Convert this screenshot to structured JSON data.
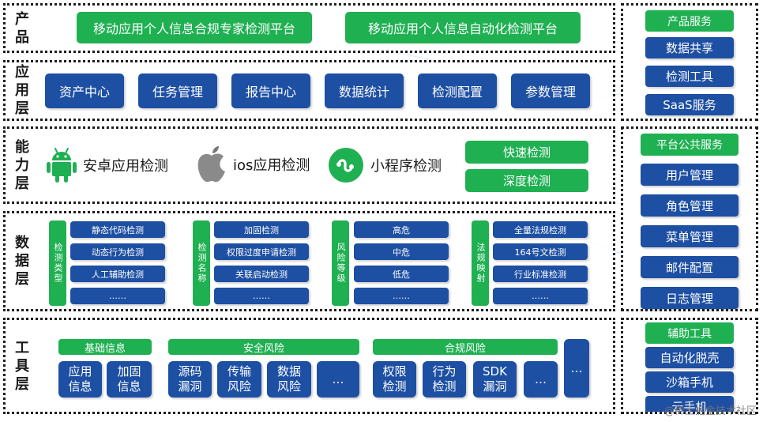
{
  "layers": {
    "product": {
      "title": "产品",
      "platforms": [
        "移动应用个人信息合规专家检测平台",
        "移动应用个人信息自动化检测平台"
      ]
    },
    "application": {
      "title": "应用层",
      "modules": [
        "资产中心",
        "任务管理",
        "报告中心",
        "数据统计",
        "检测配置",
        "参数管理"
      ]
    },
    "capability": {
      "title": "能力层",
      "items": [
        {
          "label": "安卓应用检测",
          "icon": "android-icon"
        },
        {
          "label": "ios应用检测",
          "icon": "apple-icon"
        },
        {
          "label": "小程序检测",
          "icon": "mini-program-icon"
        }
      ],
      "modes": [
        "快速检测",
        "深度检测"
      ]
    },
    "data": {
      "title": "数据层",
      "groups": [
        {
          "tag": "检测类型",
          "items": [
            "静态代码检测",
            "动态行为检测",
            "人工辅助检测",
            "……"
          ]
        },
        {
          "tag": "检测名称",
          "items": [
            "加固检测",
            "权限过度申请检测",
            "关联启动检测",
            "……"
          ]
        },
        {
          "tag": "风险等级",
          "items": [
            "高危",
            "中危",
            "低危",
            "……"
          ]
        },
        {
          "tag": "法规映射",
          "items": [
            "全量法规检测",
            "164号文检测",
            "行业标准检测",
            "……"
          ]
        }
      ]
    },
    "tool": {
      "title": "工具层",
      "sections": [
        {
          "header": "基础信息",
          "items": [
            "应用\n信息",
            "加固\n信息"
          ]
        },
        {
          "header": "安全风险",
          "items": [
            "源码\n漏洞",
            "传输\n风险",
            "数据\n风险",
            "…"
          ]
        },
        {
          "header": "合规风险",
          "items": [
            "权限\n检测",
            "行为\n检测",
            "SDK\n漏洞",
            "…"
          ]
        }
      ],
      "extra": "…"
    }
  },
  "sidebar": [
    {
      "header": "产品服务",
      "items": [
        "数据共享",
        "检测工具",
        "SaaS服务"
      ]
    },
    {
      "header": "平台公共服务",
      "items": [
        "用户管理",
        "角色管理",
        "菜单管理",
        "邮件配置",
        "日志管理"
      ]
    },
    {
      "header": "辅助工具",
      "items": [
        "自动化脱壳",
        "沙箱手机",
        "云手机"
      ]
    }
  ],
  "watermark": "@稀土掘金技术社区",
  "colors": {
    "green": "#1fb052",
    "blue": "#1d4fa3",
    "border": "#1d1d1d"
  }
}
